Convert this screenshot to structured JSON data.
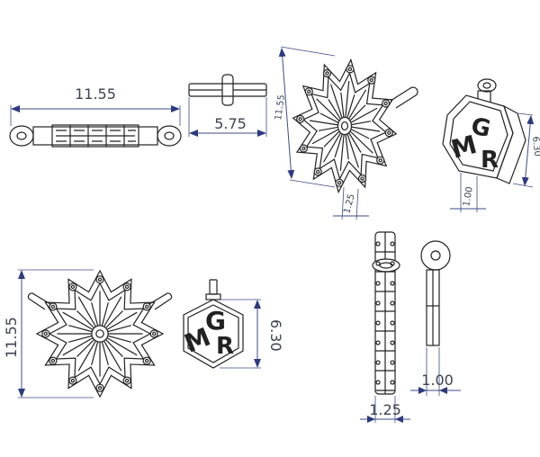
{
  "dimensions": {
    "top_rail_length": "11.55",
    "top_rail_height": "5.75",
    "iso_height": "11.55",
    "iso_thickness": "1.25",
    "iso_cube_height": "6.30",
    "iso_cube_depth": "1.00",
    "front_height": "11.55",
    "cube_height": "6.30",
    "side_thickness": "1.25",
    "side_bail_thickness": "1.00"
  },
  "monogram": {
    "letter_m": "M",
    "letter_g": "G",
    "letter_r": "R"
  },
  "colors": {
    "dimension_line": "#3d4a8a",
    "outline": "#222222",
    "background": "#ffffff"
  }
}
